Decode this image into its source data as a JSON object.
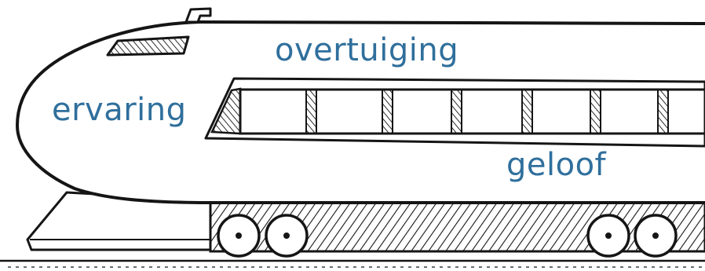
{
  "labels": {
    "top": "overtuiging",
    "front": "ervaring",
    "side": "geloof"
  },
  "colors": {
    "label": "#2f6f9c",
    "ink": "#151515",
    "paper": "#ffffff"
  }
}
